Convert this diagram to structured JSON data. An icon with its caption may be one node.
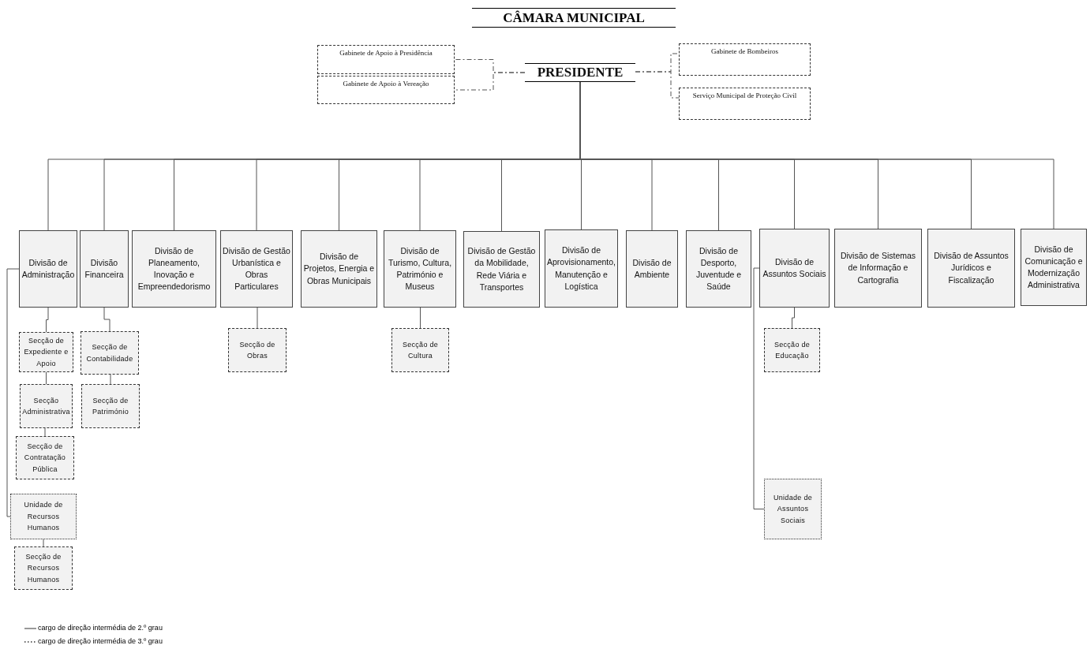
{
  "diagram": {
    "title": "CÂMARA MUNICIPAL",
    "nodes": [
      {
        "text": [
          "PRESIDENTE"
        ]
      },
      {
        "text": [
          "Gabinete de Apoio à Presidência"
        ]
      },
      {
        "text": [
          "Gabinete de Apoio à Vereação"
        ]
      },
      {
        "text": [
          "Gabinete de Bombeiros"
        ]
      },
      {
        "text": [
          "Serviço Municipal de Proteção Civil"
        ]
      },
      {
        "text": [
          "Divisão de Administração"
        ]
      },
      {
        "text": [
          "Divisão Financeira"
        ]
      },
      {
        "text": [
          "Divisão de Planeamento, Inovação e Empreendedorismo"
        ]
      },
      {
        "text": [
          "Divisão de Gestão Urbanística e Obras Particulares"
        ]
      },
      {
        "text": [
          "Divisão de Projetos, Energia e Obras Municipais"
        ]
      },
      {
        "text": [
          "Divisão de Turismo, Cultura, Património e Museus"
        ]
      },
      {
        "text": [
          "Divisão de Gestão da Mobilidade, Rede Viária e Transportes"
        ]
      },
      {
        "text": [
          "Divisão de Aprovisionamento, Manutenção e Logística"
        ]
      },
      {
        "text": [
          "Divisão de Ambiente"
        ]
      },
      {
        "text": [
          "Divisão de Desporto, Juventude e Saúde"
        ]
      },
      {
        "text": [
          "Divisão de Assuntos Sociais"
        ]
      },
      {
        "text": [
          "Divisão de Sistemas de Informação e Cartografia"
        ]
      },
      {
        "text": [
          "Divisão de Assuntos Jurídicos e Fiscalização"
        ]
      },
      {
        "text": [
          "Divisão de Comunicação e Modernização Administrativa"
        ]
      },
      {
        "text": [
          "Secção de Expediente e Apoio"
        ]
      },
      {
        "text": [
          "Secção Administrativa"
        ]
      },
      {
        "text": [
          "Secção de Contratação Pública"
        ]
      },
      {
        "text": [
          "Unidade de Recursos Humanos"
        ]
      },
      {
        "text": [
          "Secção de Recursos Humanos"
        ]
      },
      {
        "text": [
          "Secção de Contabilidade"
        ]
      },
      {
        "text": [
          "Secção de Património"
        ]
      },
      {
        "text": [
          "Secção de Obras"
        ]
      },
      {
        "text": [
          "Secção de Cultura"
        ]
      },
      {
        "text": [
          "Secção de Educação"
        ]
      },
      {
        "text": [
          "Unidade de Assuntos Sociais"
        ]
      }
    ],
    "edges": [
      {
        "from": 0,
        "to": 1,
        "arrow": "none",
        "style": "dashed"
      },
      {
        "from": 0,
        "to": 2,
        "arrow": "none",
        "style": "dashed"
      },
      {
        "from": 0,
        "to": 3,
        "arrow": "none",
        "style": "dashed"
      },
      {
        "from": 0,
        "to": 4,
        "arrow": "none",
        "style": "dashed"
      },
      {
        "from": 0,
        "to": 5,
        "arrow": "none"
      },
      {
        "from": 0,
        "to": 6,
        "arrow": "none"
      },
      {
        "from": 0,
        "to": 7,
        "arrow": "none"
      },
      {
        "from": 0,
        "to": 8,
        "arrow": "none"
      },
      {
        "from": 0,
        "to": 9,
        "arrow": "none"
      },
      {
        "from": 0,
        "to": 10,
        "arrow": "none"
      },
      {
        "from": 0,
        "to": 11,
        "arrow": "none"
      },
      {
        "from": 0,
        "to": 12,
        "arrow": "none"
      },
      {
        "from": 0,
        "to": 13,
        "arrow": "none"
      },
      {
        "from": 0,
        "to": 14,
        "arrow": "none"
      },
      {
        "from": 0,
        "to": 15,
        "arrow": "none"
      },
      {
        "from": 0,
        "to": 16,
        "arrow": "none"
      },
      {
        "from": 0,
        "to": 17,
        "arrow": "none"
      },
      {
        "from": 0,
        "to": 18,
        "arrow": "none"
      },
      {
        "from": 5,
        "to": 19,
        "arrow": "none"
      },
      {
        "from": 19,
        "to": 20,
        "arrow": "none"
      },
      {
        "from": 20,
        "to": 21,
        "arrow": "none"
      },
      {
        "from": 5,
        "to": 22,
        "arrow": "none"
      },
      {
        "from": 22,
        "to": 23,
        "arrow": "none"
      },
      {
        "from": 6,
        "to": 24,
        "arrow": "none"
      },
      {
        "from": 24,
        "to": 25,
        "arrow": "none"
      },
      {
        "from": 8,
        "to": 26,
        "arrow": "none"
      },
      {
        "from": 10,
        "to": 27,
        "arrow": "none"
      },
      {
        "from": 15,
        "to": 28,
        "arrow": "none"
      },
      {
        "from": 15,
        "to": 29,
        "arrow": "none"
      }
    ],
    "legend": [
      {
        "text": "cargo de direção intermédia de 2.º grau"
      },
      {
        "text": "cargo de direção intermédia de 3.º grau"
      }
    ]
  }
}
